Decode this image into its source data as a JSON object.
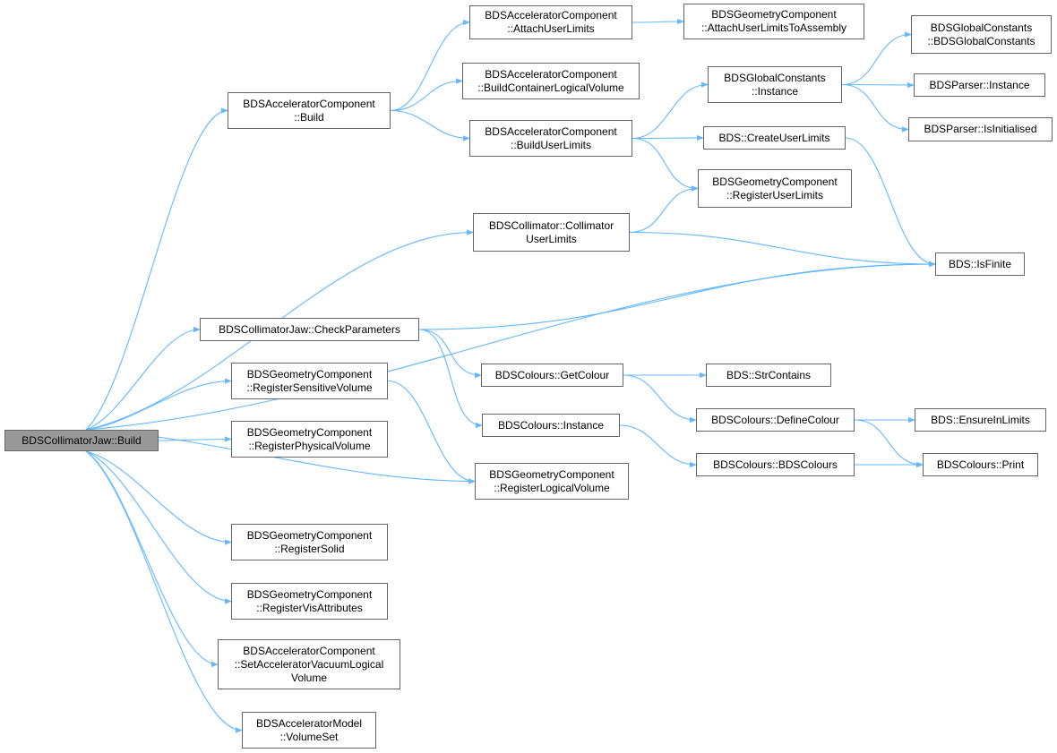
{
  "graph": {
    "edge_color": "#63b8ff",
    "root_fill": "#999999",
    "node_border": "#666666",
    "nodes": [
      {
        "id": "root",
        "root": true,
        "lines": [
          "BDSCollimatorJaw::Build"
        ]
      },
      {
        "id": "accBuild",
        "lines": [
          "BDSAcceleratorComponent",
          "::Build"
        ]
      },
      {
        "id": "attachUL",
        "lines": [
          "BDSAcceleratorComponent",
          "::AttachUserLimits"
        ]
      },
      {
        "id": "buildCLV",
        "lines": [
          "BDSAcceleratorComponent",
          "::BuildContainerLogicalVolume"
        ]
      },
      {
        "id": "buildUL",
        "lines": [
          "BDSAcceleratorComponent",
          "::BuildUserLimits"
        ]
      },
      {
        "id": "attachULA",
        "lines": [
          "BDSGeometryComponent",
          "::AttachUserLimitsToAssembly"
        ]
      },
      {
        "id": "gcInstance",
        "lines": [
          "BDSGlobalConstants",
          "::Instance"
        ]
      },
      {
        "id": "gcCtor",
        "lines": [
          "BDSGlobalConstants",
          "::BDSGlobalConstants"
        ]
      },
      {
        "id": "parserInst",
        "lines": [
          "BDSParser::Instance"
        ]
      },
      {
        "id": "parserInit",
        "lines": [
          "BDSParser::IsInitialised"
        ]
      },
      {
        "id": "createUL",
        "lines": [
          "BDS::CreateUserLimits"
        ]
      },
      {
        "id": "regUL",
        "lines": [
          "BDSGeometryComponent",
          "::RegisterUserLimits"
        ]
      },
      {
        "id": "collUL",
        "lines": [
          "BDSCollimator::Collimator",
          "UserLimits"
        ]
      },
      {
        "id": "isFinite",
        "lines": [
          "BDS::IsFinite"
        ]
      },
      {
        "id": "checkParams",
        "lines": [
          "BDSCollimatorJaw::CheckParameters"
        ]
      },
      {
        "id": "getColour",
        "lines": [
          "BDSColours::GetColour"
        ]
      },
      {
        "id": "strContains",
        "lines": [
          "BDS::StrContains"
        ]
      },
      {
        "id": "colInstance",
        "lines": [
          "BDSColours::Instance"
        ]
      },
      {
        "id": "defineColour",
        "lines": [
          "BDSColours::DefineColour"
        ]
      },
      {
        "id": "ensureLimits",
        "lines": [
          "BDS::EnsureInLimits"
        ]
      },
      {
        "id": "bdsColours",
        "lines": [
          "BDSColours::BDSColours"
        ]
      },
      {
        "id": "print",
        "lines": [
          "BDSColours::Print"
        ]
      },
      {
        "id": "regSens",
        "lines": [
          "BDSGeometryComponent",
          "::RegisterSensitiveVolume"
        ]
      },
      {
        "id": "regPhys",
        "lines": [
          "BDSGeometryComponent",
          "::RegisterPhysicalVolume"
        ]
      },
      {
        "id": "regLog",
        "lines": [
          "BDSGeometryComponent",
          "::RegisterLogicalVolume"
        ]
      },
      {
        "id": "regSolid",
        "lines": [
          "BDSGeometryComponent",
          "::RegisterSolid"
        ]
      },
      {
        "id": "regVis",
        "lines": [
          "BDSGeometryComponent",
          "::RegisterVisAttributes"
        ]
      },
      {
        "id": "setVac",
        "lines": [
          "BDSAcceleratorComponent",
          "::SetAcceleratorVacuumLogical",
          "Volume"
        ]
      },
      {
        "id": "volSet",
        "lines": [
          "BDSAcceleratorModel",
          "::VolumeSet"
        ]
      }
    ],
    "edges": [
      [
        "root",
        "accBuild"
      ],
      [
        "root",
        "collUL"
      ],
      [
        "root",
        "isFinite"
      ],
      [
        "root",
        "checkParams"
      ],
      [
        "root",
        "regSens"
      ],
      [
        "root",
        "regPhys"
      ],
      [
        "root",
        "regLog"
      ],
      [
        "root",
        "regSolid"
      ],
      [
        "root",
        "regVis"
      ],
      [
        "root",
        "setVac"
      ],
      [
        "root",
        "volSet"
      ],
      [
        "accBuild",
        "attachUL"
      ],
      [
        "accBuild",
        "buildCLV"
      ],
      [
        "accBuild",
        "buildUL"
      ],
      [
        "attachUL",
        "attachULA"
      ],
      [
        "buildUL",
        "gcInstance"
      ],
      [
        "buildUL",
        "createUL"
      ],
      [
        "buildUL",
        "regUL"
      ],
      [
        "gcInstance",
        "gcCtor"
      ],
      [
        "gcInstance",
        "parserInst"
      ],
      [
        "gcInstance",
        "parserInit"
      ],
      [
        "createUL",
        "isFinite"
      ],
      [
        "collUL",
        "regUL"
      ],
      [
        "collUL",
        "isFinite"
      ],
      [
        "checkParams",
        "isFinite"
      ],
      [
        "checkParams",
        "getColour"
      ],
      [
        "checkParams",
        "colInstance"
      ],
      [
        "getColour",
        "strContains"
      ],
      [
        "getColour",
        "defineColour"
      ],
      [
        "colInstance",
        "bdsColours"
      ],
      [
        "defineColour",
        "ensureLimits"
      ],
      [
        "defineColour",
        "print"
      ],
      [
        "bdsColours",
        "print"
      ],
      [
        "regSens",
        "regLog"
      ]
    ]
  }
}
